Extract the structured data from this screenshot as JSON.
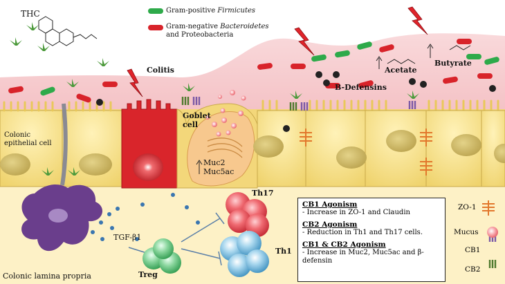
{
  "top_label": "THC",
  "legend_bacteria": [
    {
      "text": "Gram-positive ",
      "italic": "Firmicutes",
      "after": "",
      "color": "#2eaa4a"
    },
    {
      "text": "Gram-negative ",
      "italic": "Bacteroidetes",
      "after": "",
      "line2": "and Proteobacteria",
      "color": "#d8232a"
    }
  ],
  "labels": {
    "colitis": "Colitis",
    "b_defensins": "B-Defensins",
    "acetate": "Acetate",
    "butyrate": "Butyrate",
    "colonic_epithelial_cell_1": "Colonic",
    "colonic_epithelial_cell_2": "epithelial cell",
    "goblet_cell_1": "Goblet",
    "goblet_cell_2": "cell",
    "muc2": "Muc2",
    "muc5ac": "Muc5ac",
    "tgf": "TGF-β1",
    "treg": "Treg",
    "th17": "Th17",
    "th1": "Th1",
    "lamina_propria": "Colonic lamina propria"
  },
  "info_box": [
    {
      "heading": "CB1 Agonism",
      "detail": "- Increase in ZO-1 and Claudin"
    },
    {
      "heading": "CB2 Agonism",
      "detail": "- Reduction in Th1 and Th17 cells."
    },
    {
      "heading": "CB1 & CB2 Agonism",
      "detail": "- Increase in Muc2, Muc5ac and β-defensin"
    }
  ],
  "right_legend": [
    "ZO-1",
    "Mucus",
    "CB1",
    "CB2"
  ],
  "colors": {
    "firmicutes": "#2eaa4a",
    "bacteroidetes": "#d8232a",
    "lumen_pink": "#f6c9cc",
    "epithelium": "#f5dd82",
    "lamina": "#fdf3cf",
    "inflamed_cell": "#d9252b",
    "goblet": "#f2c27a",
    "dendritic": "#6a3e8c",
    "treg": "#5fc07a",
    "th17": "#e5525a",
    "th1": "#6fb6d8",
    "zo1": "#e2772c",
    "cb1": "#7b5aa6",
    "cb2": "#4f7a2e"
  }
}
